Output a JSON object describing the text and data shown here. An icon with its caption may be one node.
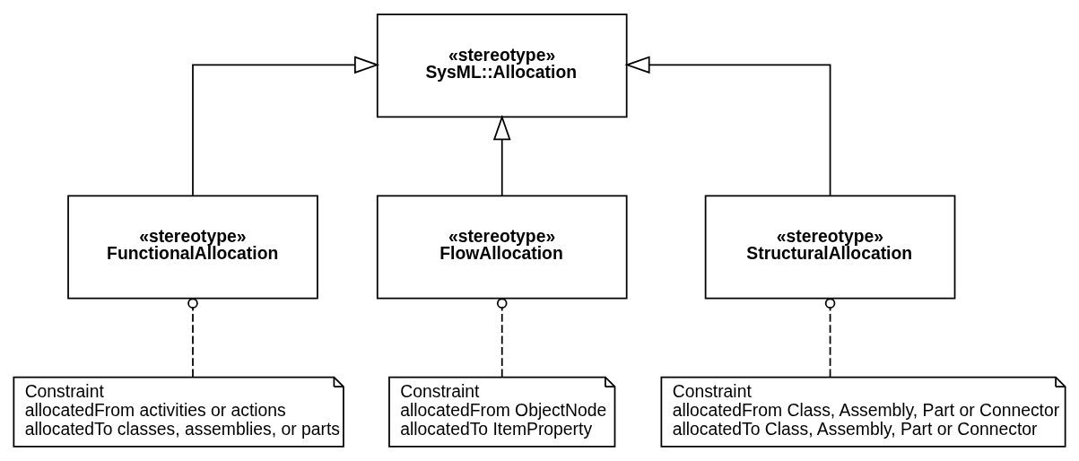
{
  "diagram": {
    "nodes": [
      {
        "text": [
          "«stereotype»",
          "SysML::Allocation"
        ]
      },
      {
        "text": [
          "«stereotype»",
          "FunctionalAllocation"
        ]
      },
      {
        "text": [
          "«stereotype»",
          "FlowAllocation"
        ]
      },
      {
        "text": [
          "«stereotype»",
          "StructuralAllocation"
        ]
      },
      {
        "text": [
          "Constraint",
          "allocatedFrom activities or actions",
          "allocatedTo classes, assemblies, or parts"
        ]
      },
      {
        "text": [
          "Constraint",
          "allocatedFrom ObjectNode",
          "allocatedTo ItemProperty"
        ]
      },
      {
        "text": [
          "Constraint",
          "allocatedFrom Class, Assembly, Part or Connector",
          "allocatedTo Class, Assembly, Part or Connector"
        ]
      }
    ],
    "edges": [
      {
        "from": 1,
        "to": 0,
        "arrow": "to"
      },
      {
        "from": 2,
        "to": 0,
        "arrow": "to"
      },
      {
        "from": 3,
        "to": 0,
        "arrow": "to"
      },
      {
        "from": 4,
        "to": 1,
        "arrow": "other",
        "style": "dashed"
      },
      {
        "from": 5,
        "to": 2,
        "arrow": "other",
        "style": "dashed"
      },
      {
        "from": 6,
        "to": 3,
        "arrow": "other",
        "style": "dashed"
      }
    ]
  }
}
